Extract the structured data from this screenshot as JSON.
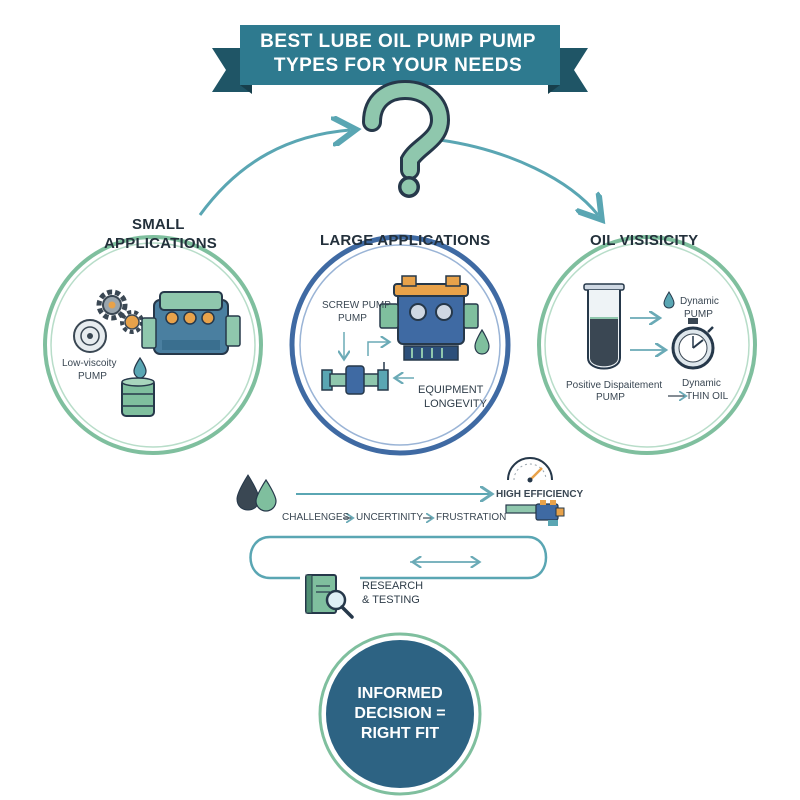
{
  "title": {
    "line1": "BEST LUBE OIL PUMP PUMP",
    "line2": "TYPES FOR YOUR NEEDS"
  },
  "sections": {
    "small": {
      "title_line1": "SMALL",
      "title_line2": "APPLICATIONS",
      "pump_label_line1": "Low-viscoity",
      "pump_label_line2": "PUMP"
    },
    "large": {
      "title": "LARGE APPLICATIONS",
      "pump_label_line1": "SCREW PUMP",
      "pump_label_line2": "PUMP",
      "longevity_line1": "EQUIPMENT",
      "longevity_line2": "LONGEVITY"
    },
    "viscosity": {
      "title": "OIL VISISICITY",
      "dynamic_pump_line1": "Dynamic",
      "dynamic_pump_line2": "PUMP",
      "positive_line1": "Positive Dispaitement",
      "positive_line2": "PUMP",
      "dynamic_oil_line1": "Dynamic",
      "dynamic_oil_line2": "THIN OIL"
    }
  },
  "flow": {
    "high_efficiency": "HIGH EFFICIENCY",
    "challenges": "CHALLENGES",
    "uncertainty": "UNCERTINITY",
    "frustration": "FRUSTRATION",
    "research_line1": "RESEARCH",
    "research_line2": "& TESTING"
  },
  "decision": {
    "line1": "INFORMED",
    "line2": "DECISION =",
    "line3": "RIGHT FIT"
  },
  "colors": {
    "banner": "#2e7a8f",
    "banner_dark": "#1f5566",
    "teal": "#5aa6b3",
    "green": "#7fbf9e",
    "blue_ring": "#3f6aa3",
    "orange": "#e8a24a",
    "decision_circle": "#2d6383"
  },
  "icons": [
    "question-mark-icon",
    "gear-icon",
    "engine-icon",
    "oil-barrel-icon",
    "oil-drop-icon",
    "test-tube-icon",
    "stopwatch-icon",
    "gauge-icon",
    "book-magnifier-icon",
    "screw-pump-icon",
    "pipe-valve-icon"
  ]
}
